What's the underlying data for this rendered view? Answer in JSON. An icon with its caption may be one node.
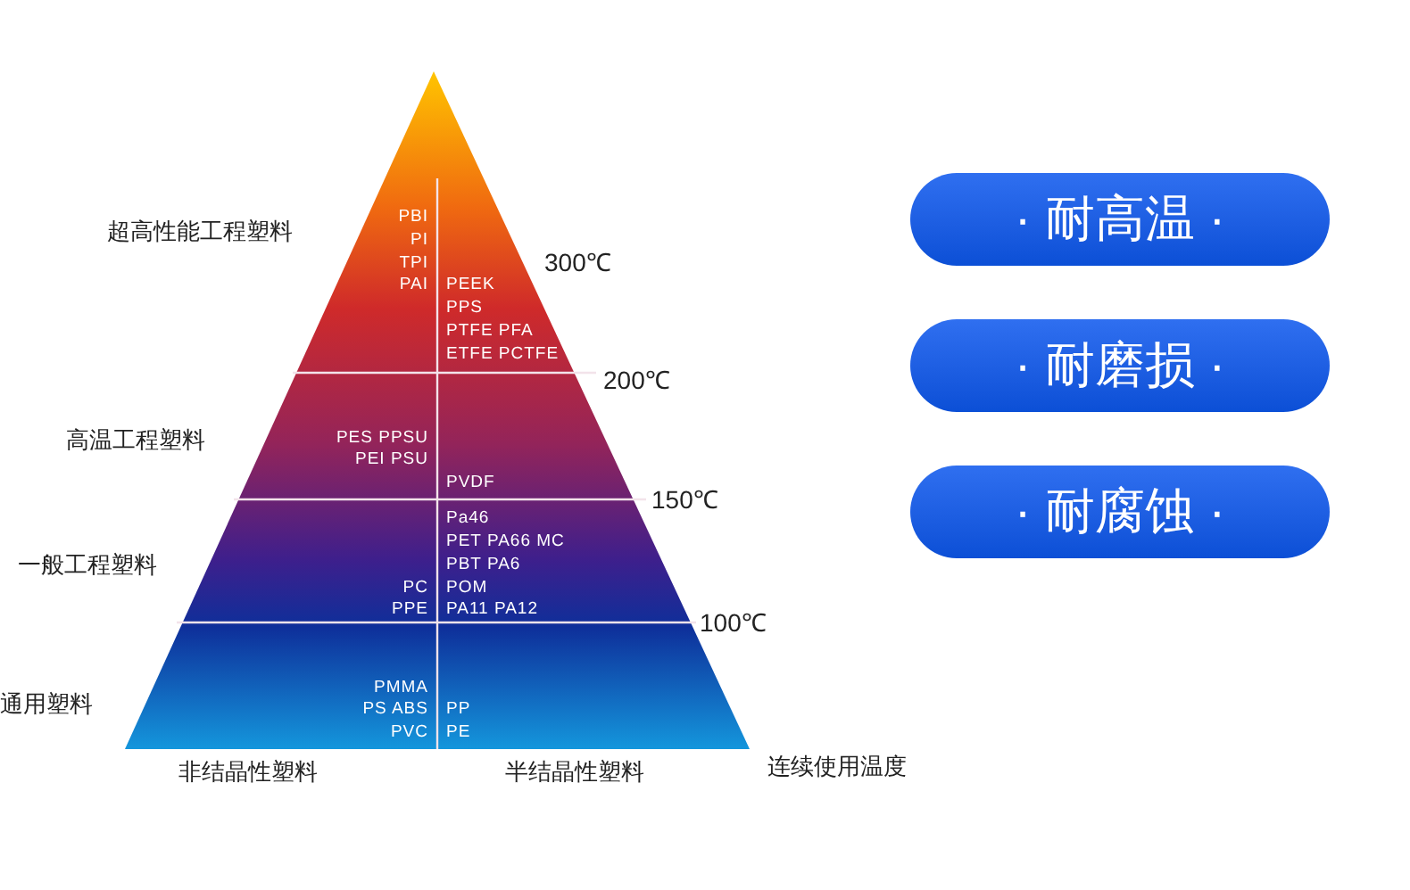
{
  "diagram": {
    "nodes": [
      {
        "text": [
          "· 耐高温 ·"
        ]
      },
      {
        "text": [
          "· 耐磨损 ·"
        ]
      },
      {
        "text": [
          "· 耐腐蚀 ·"
        ]
      }
    ],
    "labels": [
      "超高性能工程塑料",
      "PBI",
      "PI",
      "TPI",
      "PAI",
      "PEEK",
      "PPS",
      "PTFE PFA",
      "ETFE PCTFE",
      "300℃",
      "200℃",
      "高温工程塑料",
      "PES PPSU",
      "PEI PSU",
      "PVDF",
      "150℃",
      "一般工程塑料",
      "Pa46",
      "PET PA66 MC",
      "PBT PA6",
      "PC",
      "POM",
      "PPE",
      "PA11 PA12",
      "100℃",
      "通用塑料",
      "PMMA",
      "PS ABS",
      "PP",
      "PVC",
      "PE",
      "非结晶性塑料",
      "半结晶性塑料",
      "连续使用温度"
    ]
  }
}
